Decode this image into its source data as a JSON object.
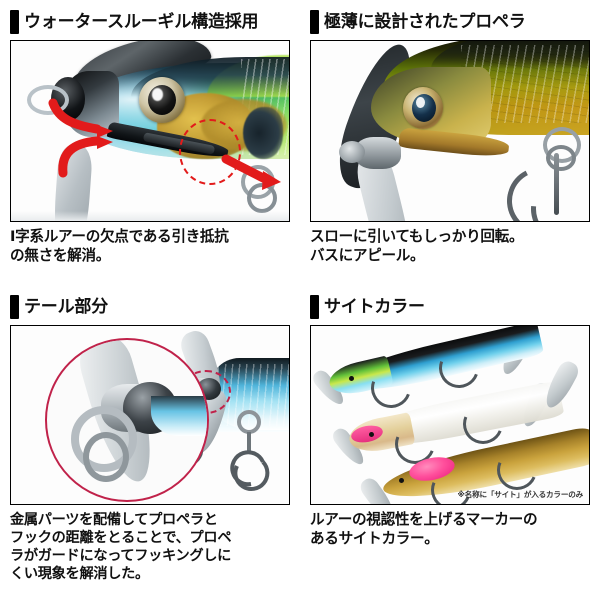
{
  "document": {
    "title": "ルアー機能説明シート",
    "language": "ja"
  },
  "panels": [
    {
      "id": "panel-water-slugill",
      "heading": "ウォータースルーギル構造採用",
      "caption_lines": [
        "I字系ルアーの欠点である引き抵抗",
        "の無さを解消。"
      ],
      "footnote": "",
      "image_alt": "青銀カラーのルアー頭部クローズアップ。赤い矢印と赤い破線円で水流経路を図示",
      "annotations": {
        "dashed_circle_color": "#e21b1b",
        "arrow_color": "#e21b1b",
        "arrow_count": 3
      }
    },
    {
      "id": "panel-thin-propeller",
      "heading": "極薄に設計されたプロペラ",
      "caption_lines": [
        "スローに引いてもしっかり回転。",
        "バスにアピール。"
      ],
      "footnote": "",
      "image_alt": "ゴールド／オリーブカラーのルアー頭部と極薄プロペラ、トレブルフック"
    },
    {
      "id": "panel-tail-section",
      "heading": "テール部分",
      "caption_lines": [
        "金属パーツを配備してプロペラと",
        "フックの距離をとることで、プロペ",
        "ラがガードになってフッキングしに",
        "くい現象を解消した。"
      ],
      "footnote": "",
      "image_alt": "テール部の金属パーツとプロペラの拡大図。赤い円で拡大部位を指示",
      "annotations": {
        "callout_circle_color": "#c0224a",
        "dashed_marker_color": "#c0224a"
      }
    },
    {
      "id": "panel-sight-color",
      "heading": "サイトカラー",
      "caption_lines": [
        "ルアーの視認性を上げるマーカーの",
        "あるサイトカラー。"
      ],
      "footnote": "※名称に「サイト」が入るカラーのみ",
      "image_alt": "サイトカラー3種（ブルー系、クリア系、ゴールド系）のルアー",
      "lures": [
        {
          "name": "ブルー系サイトカラー",
          "marker": "チャート／グリーン"
        },
        {
          "name": "クリア系サイトカラー",
          "marker": "ピンク"
        },
        {
          "name": "ゴールド系サイトカラー",
          "marker": "ピンク"
        }
      ]
    }
  ],
  "theme": {
    "background": "#ffffff",
    "text_color": "#111111",
    "heading_bar_color": "#000000",
    "frame_border_color": "#000000",
    "accent_red": "#e21b1b",
    "accent_crimson": "#c0224a"
  }
}
